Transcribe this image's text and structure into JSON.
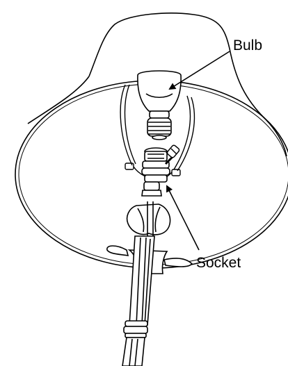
{
  "diagram": {
    "labels": {
      "bulb": "Bulb",
      "socket": "Socket"
    },
    "parts": [
      "lamp-shade",
      "harp",
      "bulb",
      "socket",
      "switch-knob",
      "lamp-stem"
    ],
    "colors": {
      "ink": "#000000",
      "paper": "#ffffff"
    }
  }
}
